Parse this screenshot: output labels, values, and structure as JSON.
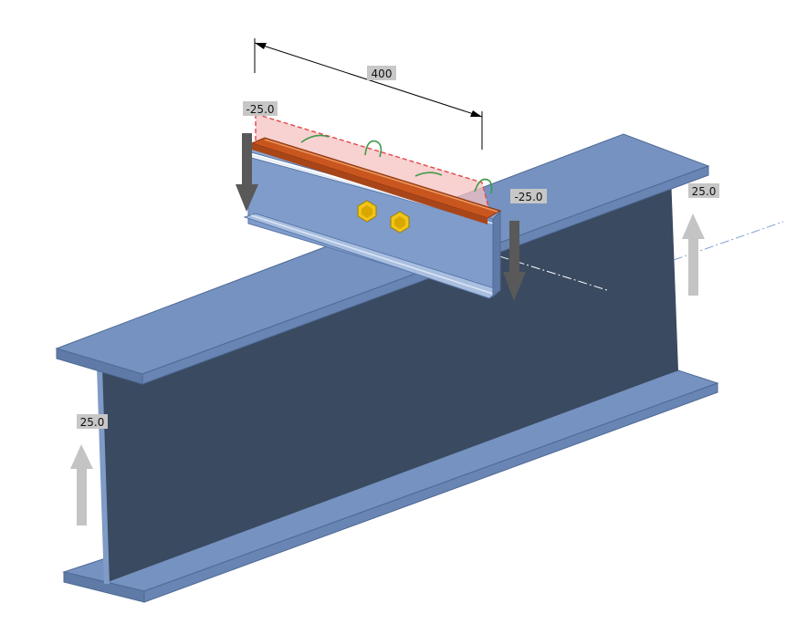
{
  "dimension": {
    "value": "400"
  },
  "loads": {
    "left_top": "-25.0",
    "right_top": "-25.0",
    "right_side": "25.0",
    "left_side": "25.0"
  },
  "colors": {
    "steel_light": "#7592c0",
    "steel_mid": "#5f7aa6",
    "web_dark": "#3a4a60",
    "plate": "#c9561e",
    "plate_highlight": "#e8a06a",
    "bolt": "#f0c419",
    "label_bg": "#c7c7c7",
    "arrow_dark": "#595959",
    "arrow_light": "#c4c4c4",
    "section_fill": "#f6c2c2",
    "section_line": "#e34848",
    "rotation_marker": "#3f9a4a"
  }
}
